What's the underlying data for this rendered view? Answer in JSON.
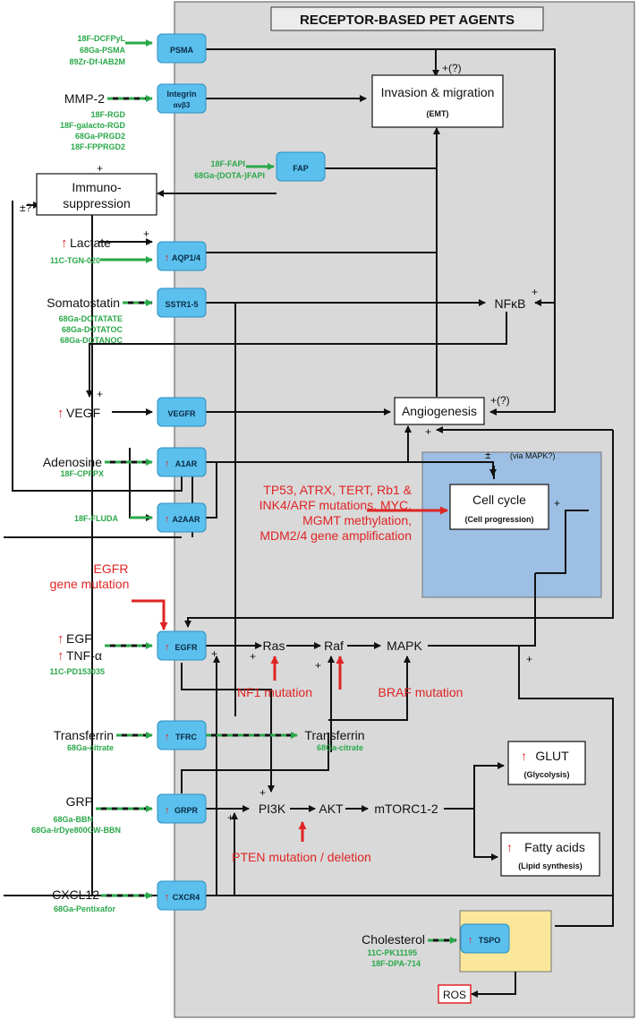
{
  "title": "RECEPTOR-BASED PET AGENTS",
  "colors": {
    "panel": "#d9d9d9",
    "receptor": "#5bc0ee",
    "tracer": "#2aa84a",
    "mutation": "#e02424",
    "cellcycle_box": "#9dbfe3",
    "tspo_box": "#fbe79a"
  },
  "receptors": {
    "psma": "PSMA",
    "integrin": "Integrin",
    "integrin_sub": "αvβ3",
    "fap": "FAP",
    "aqp": "AQP1/4",
    "sstr": "SSTR1-5",
    "vegfr": "VEGFR",
    "a1ar": "A1AR",
    "a2aar": "A2AAR",
    "egfr": "EGFR",
    "tfrc": "TFRC",
    "grpr": "GRPR",
    "cxcr4": "CXCR4",
    "tspo": "TSPO"
  },
  "ligands": {
    "mmp2": "MMP-2",
    "lactate": "Lactate",
    "somatostatin": "Somatostatin",
    "vegf": "VEGF",
    "adenosine": "Adenosine",
    "egf": "EGF",
    "tnf": "TNF-α",
    "transferrin": "Transferrin",
    "grp": "GRP",
    "cxcl12": "CXCL12",
    "cholesterol": "Cholesterol"
  },
  "tracers": {
    "psma": [
      "18F-DCFPyL",
      "68Ga-PSMA",
      "89Zr-Df-IAB2M"
    ],
    "integrin": [
      "18F-RGD",
      "18F-galacto-RGD",
      "68Ga-PRGD2",
      "18F-FPPRGD2"
    ],
    "fap": [
      "18F-FAPI",
      "68Ga-(DOTA-)FAPI"
    ],
    "aqp": [
      "11C-TGN-020"
    ],
    "sstr": [
      "68Ga-DOTATATE",
      "68Ga-DOTATOC",
      "68Ga-DOTANOC"
    ],
    "a1ar": [
      "18F-CPFPX"
    ],
    "a2aar": [
      "18F-FLUDA"
    ],
    "egfr": [
      "11C-PD153035"
    ],
    "tfrc": [
      "68Ga-citrate"
    ],
    "transferrin_mid": [
      "68Ga-citrate"
    ],
    "grpr": [
      "68Ga-BBN",
      "68Ga-IrDye800CW-BBN"
    ],
    "cxcr4": [
      "68Ga-Pentixafor"
    ],
    "tspo": [
      "11C-PK11195",
      "18F-DPA-714"
    ]
  },
  "outcomes": {
    "invasion": "Invasion & migration",
    "invasion_sub": "(EMT)",
    "immuno_1": "Immuno-",
    "immuno_2": "suppression",
    "angiogenesis": "Angiogenesis",
    "cellcycle": "Cell cycle",
    "cellcycle_sub": "(Cell progression)",
    "glut": "GLUT",
    "glut_sub": "(Glycolysis)",
    "fatty": "Fatty acids",
    "fatty_sub": "(Lipid synthesis)",
    "ros": "ROS",
    "nfkb": "NFκB"
  },
  "pathway": {
    "ras": "Ras",
    "raf": "Raf",
    "mapk": "MAPK",
    "pi3k": "PI3K",
    "akt": "AKT",
    "mtorc": "mTORC1-2",
    "transferrin_mid": "Transferrin"
  },
  "mutations": {
    "cellcycle": [
      "TP53, ATRX, TERT, Rb1 &",
      "INK4/ARF mutations, MYC,",
      "MGMT methylation,",
      "MDM2/4 gene amplification"
    ],
    "egfr": [
      "EGFR",
      "gene mutation"
    ],
    "nf1": "NF1 mutation",
    "braf": "BRAF mutation",
    "pten": "PTEN mutation / deletion"
  },
  "labels": {
    "plus": "+",
    "minus": "-",
    "plus_q": "+(?)",
    "pm_q": "±?",
    "pm": "±",
    "via_mapk": "(via MAPK?)"
  }
}
